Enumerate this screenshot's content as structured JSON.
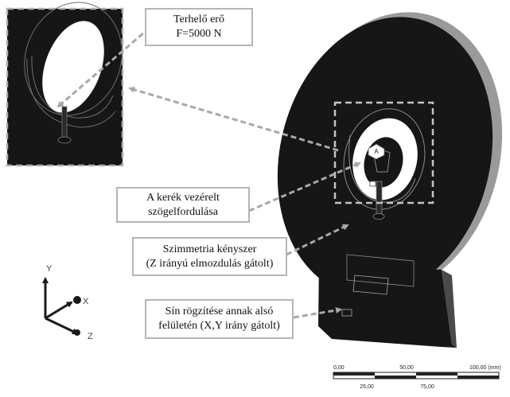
{
  "callouts": {
    "load": {
      "line1": "Terhelő erő",
      "line2": "F=5000 N"
    },
    "rotation": {
      "line1": "A kerék vezérelt",
      "line2": "szögelfordulása"
    },
    "symmetry": {
      "line1": "Szimmetria kényszer",
      "line2": "(Z irányú elmozdulás gátolt)"
    },
    "rail": {
      "line1": "Sín rögzítése annak alsó",
      "line2": "felületén (X,Y irány gátolt)"
    }
  },
  "axes": {
    "y": "Y",
    "x": "X",
    "z": "Z"
  },
  "markers": {
    "a": "A"
  },
  "scale_bar": {
    "top_ticks": [
      "0,00",
      "50,00",
      "100,00 (mm)"
    ],
    "bottom_ticks": [
      "25,00",
      "75,00"
    ]
  },
  "colors": {
    "model": "#161616",
    "outline": "#8c8c8c",
    "dash": "#a8a8a8",
    "box_border": "#b5b5b5"
  }
}
